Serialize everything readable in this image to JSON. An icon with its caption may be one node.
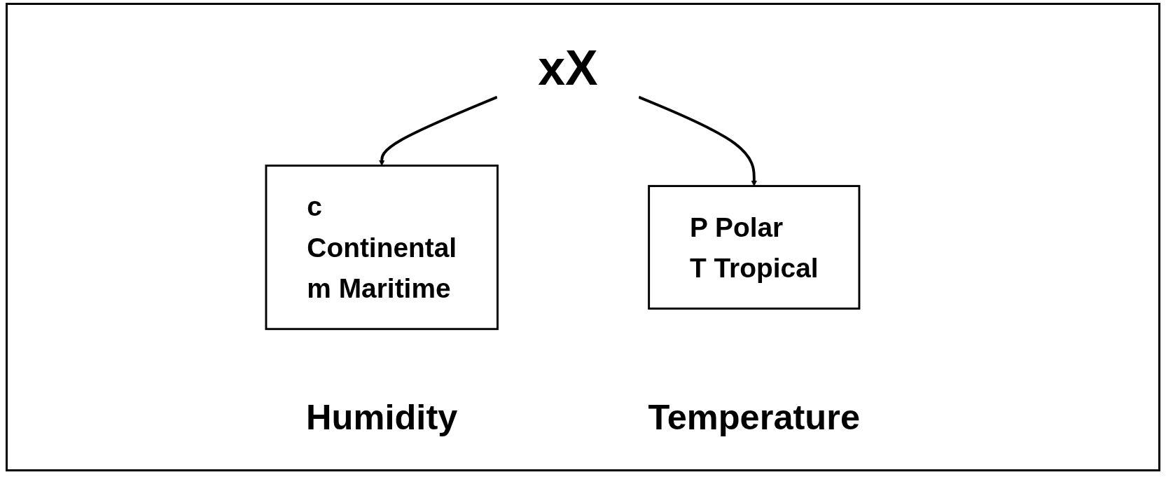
{
  "diagram": {
    "nodes": [
      {
        "text": [
          "xX"
        ]
      },
      {
        "text": [
          "c Continental",
          "m Maritime"
        ],
        "beside": [
          "Humidity"
        ]
      },
      {
        "text": [
          "P Polar",
          "T Tropical"
        ],
        "beside": [
          "Temperature"
        ]
      }
    ],
    "edges": [
      {
        "from": 0,
        "to": 1,
        "arrow": "to"
      },
      {
        "from": 0,
        "to": 2,
        "arrow": "to"
      }
    ]
  }
}
